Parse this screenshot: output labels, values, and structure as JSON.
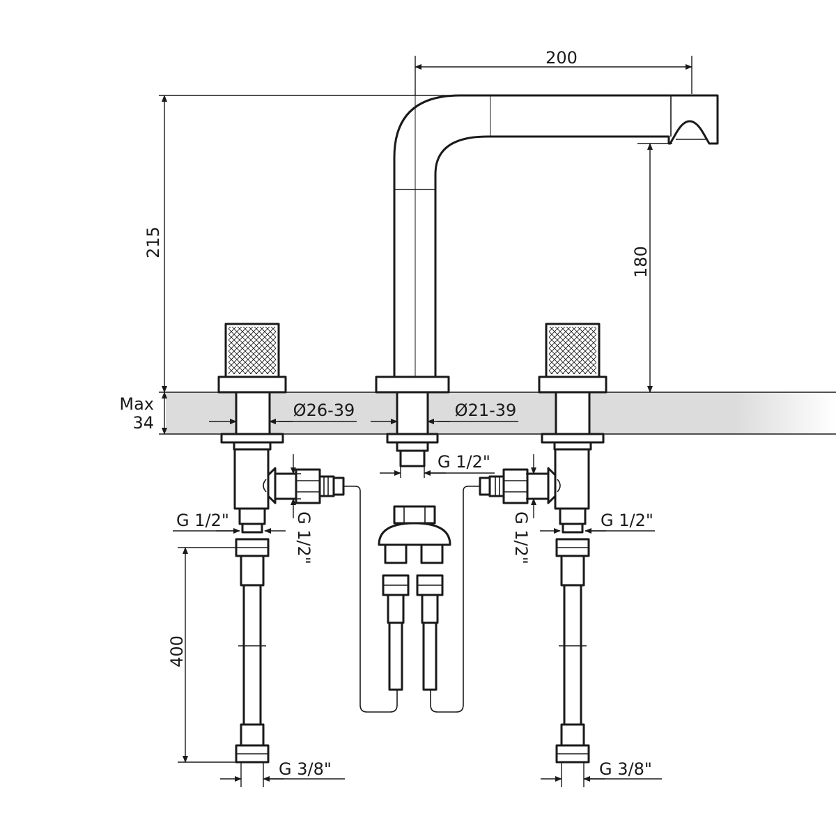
{
  "dimensions": {
    "spout_reach": "200",
    "total_height": "215",
    "spout_height": "180",
    "deck_thickness_line1": "Max",
    "deck_thickness_line2": "34",
    "valve_hole_diameter": "Ø26-39",
    "spout_hole_diameter": "Ø21-39",
    "spout_connection": "G 1/2\"",
    "left_valve_outlet": "G 1/2\"",
    "left_valve_side": "G 1/2\"",
    "right_valve_side": "G 1/2\"",
    "right_valve_outlet": "G 1/2\"",
    "hose_length": "400",
    "left_supply": "G 3/8\"",
    "right_supply": "G 3/8\""
  },
  "colors": {
    "line": "#1a1a1a",
    "deck": "#dcdcdc",
    "background": "#ffffff"
  }
}
